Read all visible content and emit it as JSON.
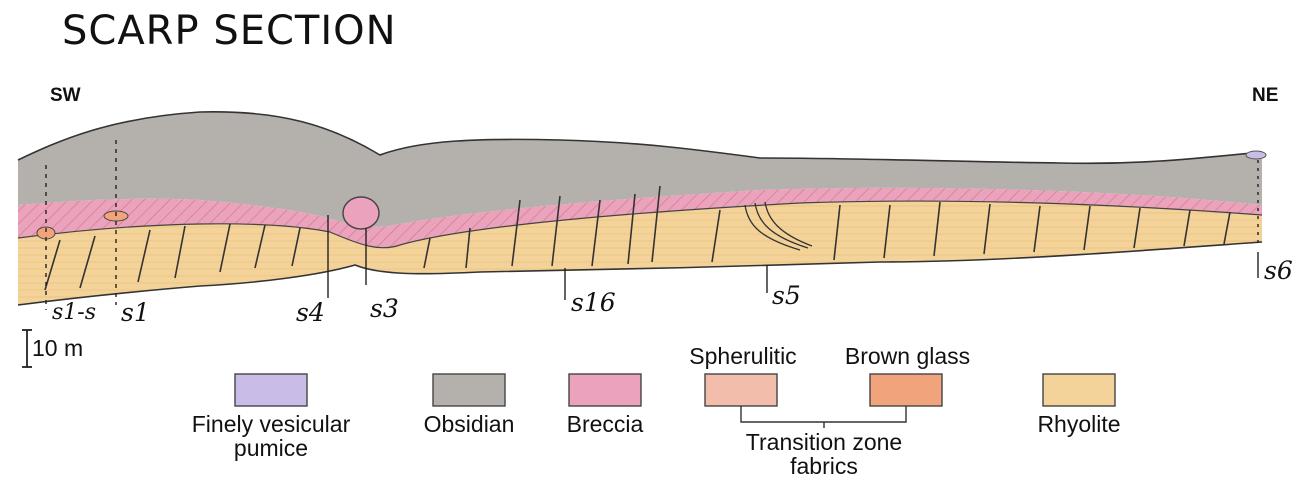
{
  "title": "SCARP SECTION",
  "directions": {
    "left": "SW",
    "right": "NE"
  },
  "samples": [
    "s1-s",
    "s1",
    "s4",
    "s3",
    "s16",
    "s5",
    "s6"
  ],
  "scale_bar": "10 m",
  "legend": {
    "pumice": "Finely vesicular pumice",
    "obsidian": "Obsidian",
    "breccia": "Breccia",
    "spherulitic": "Spherulitic",
    "brown_glass": "Brown glass",
    "transition": "Transition zone fabrics",
    "rhyolite": "Rhyolite"
  },
  "colors": {
    "pumice": "#c9bde8",
    "obsidian": "#b4b1ad",
    "breccia": "#eba3bd",
    "spherulitic": "#f2bdaa",
    "brown_glass": "#f1a47c",
    "rhyolite": "#f4d39a"
  }
}
